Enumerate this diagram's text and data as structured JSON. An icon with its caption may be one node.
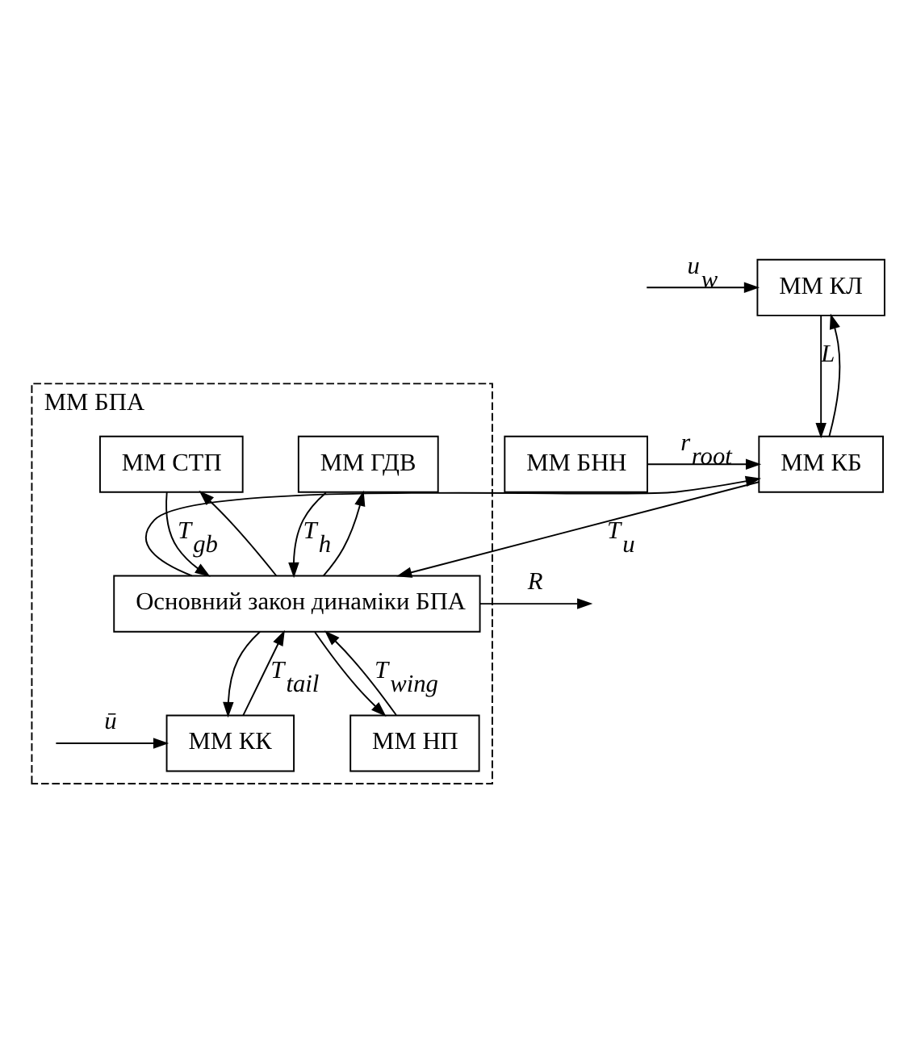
{
  "diagram": {
    "nodes": [
      {
        "text": [
          "ММ КЛ"
        ]
      },
      {
        "text": [
          "ММ БНН"
        ]
      },
      {
        "text": [
          "ММ КБ"
        ]
      },
      {
        "text": [
          "ММ БПА"
        ]
      },
      {
        "text": [
          "ММ ГДВ"
        ],
        "in": 3
      },
      {
        "text": [
          "ММ СТП"
        ],
        "in": 3
      },
      {
        "text": [
          "Основний закон динаміки БПА"
        ],
        "in": 3
      },
      {
        "text": [
          "ММ КК"
        ],
        "in": 3
      },
      {
        "text": [
          "ММ НП"
        ],
        "in": 3
      }
    ],
    "edges": [
      {
        "from": null,
        "to": 0,
        "arrow": "to",
        "label": "u$_{w}$"
      },
      {
        "from": 0,
        "to": 2,
        "arrow": "to",
        "label": "L"
      },
      {
        "from": 1,
        "to": 2,
        "arrow": "to",
        "label": "r⃗$_{root}$"
      },
      {
        "from": 2,
        "to": 6,
        "arrow": "to",
        "label": "T$_{u}$"
      },
      {
        "from": 2,
        "to": 0,
        "arrow": "to"
      },
      {
        "from": 6,
        "to": null,
        "arrow": "to",
        "label": "R"
      },
      {
        "from": 6,
        "to": 4,
        "arrow": "to"
      },
      {
        "from": 6,
        "to": 5,
        "arrow": "to"
      },
      {
        "from": 6,
        "to": 2,
        "arrow": "to"
      },
      {
        "from": 6,
        "to": 7,
        "arrow": "to"
      },
      {
        "from": 6,
        "to": 8,
        "arrow": "to"
      },
      {
        "from": 4,
        "to": 6,
        "arrow": "to",
        "label": "T$_{h}$"
      },
      {
        "from": 5,
        "to": 6,
        "arrow": "to",
        "label": "T$_{gb}$"
      },
      {
        "from": 7,
        "to": 6,
        "arrow": "to",
        "label": "T$_{tail}$"
      },
      {
        "from": 8,
        "to": 6,
        "arrow": "to",
        "label": "T$_{wing}$"
      },
      {
        "from": null,
        "to": 7,
        "arrow": "to",
        "label": "ū"
      }
    ]
  }
}
